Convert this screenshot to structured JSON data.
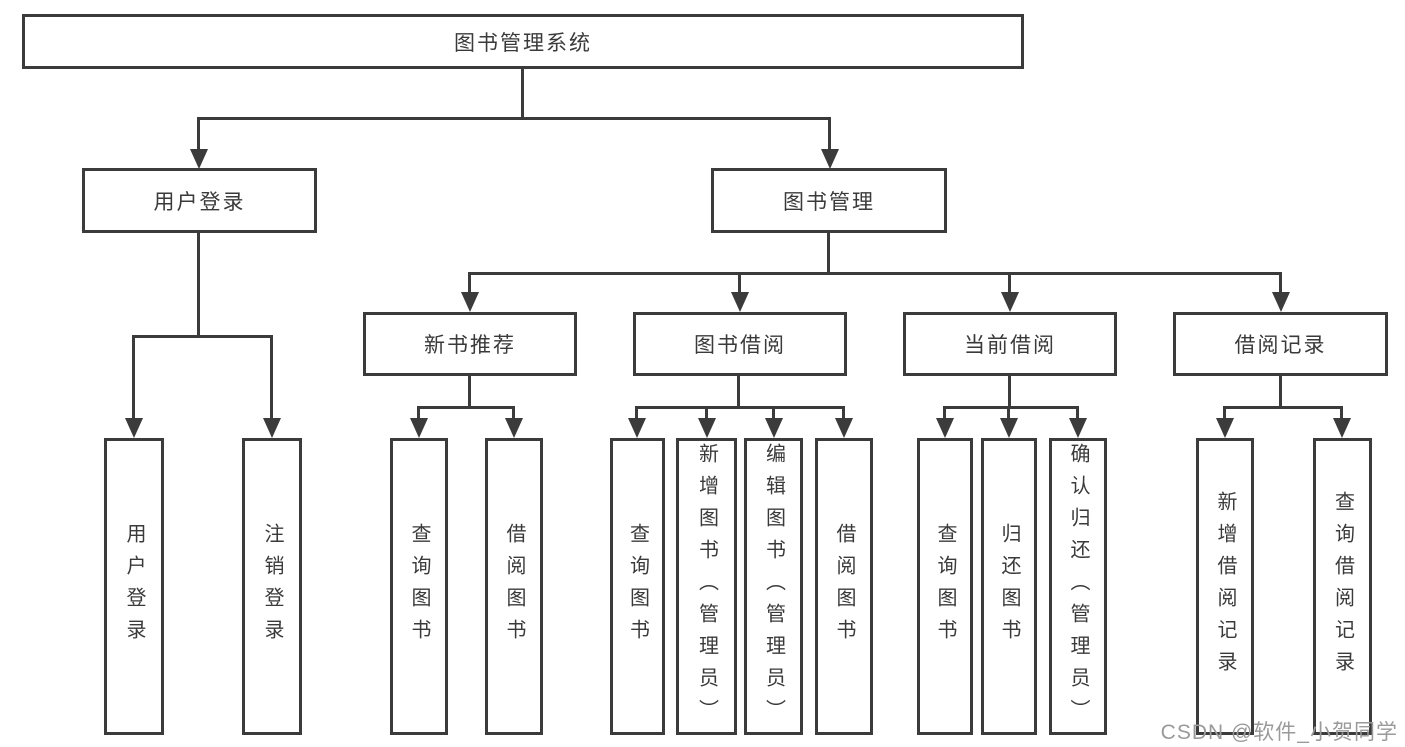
{
  "diagram": {
    "title": "图书管理系统",
    "nodes": {
      "root": {
        "label": "图书管理系统"
      },
      "level2": [
        {
          "label": "用户登录"
        },
        {
          "label": "图书管理"
        }
      ],
      "level3": [
        {
          "label": "新书推荐"
        },
        {
          "label": "图书借阅"
        },
        {
          "label": "当前借阅"
        },
        {
          "label": "借阅记录"
        }
      ],
      "leaves": {
        "user_login": [
          "用户登录",
          "注销登录"
        ],
        "new_books": [
          "查询图书",
          "借阅图书"
        ],
        "borrowing": [
          "查询图书",
          "新增图书（管理员）",
          "编辑图书（管理员）",
          "借阅图书"
        ],
        "current": [
          "查询图书",
          "归还图书",
          "确认归还（管理员）"
        ],
        "records": [
          "新增借阅记录",
          "查询借阅记录"
        ]
      }
    },
    "hierarchy": {
      "图书管理系统": {
        "用户登录": [
          "用户登录",
          "注销登录"
        ],
        "图书管理": {
          "新书推荐": [
            "查询图书",
            "借阅图书"
          ],
          "图书借阅": [
            "查询图书",
            "新增图书（管理员）",
            "编辑图书（管理员）",
            "借阅图书"
          ],
          "当前借阅": [
            "查询图书",
            "归还图书",
            "确认归还（管理员）"
          ],
          "借阅记录": [
            "新增借阅记录",
            "查询借阅记录"
          ]
        }
      }
    },
    "colors": {
      "line": "#3b3b3b",
      "text": "#3a3a3a",
      "background": "#ffffff",
      "watermark": "#9a9a9a"
    }
  },
  "watermark": {
    "text": "CSDN @软件_小贺同学"
  }
}
